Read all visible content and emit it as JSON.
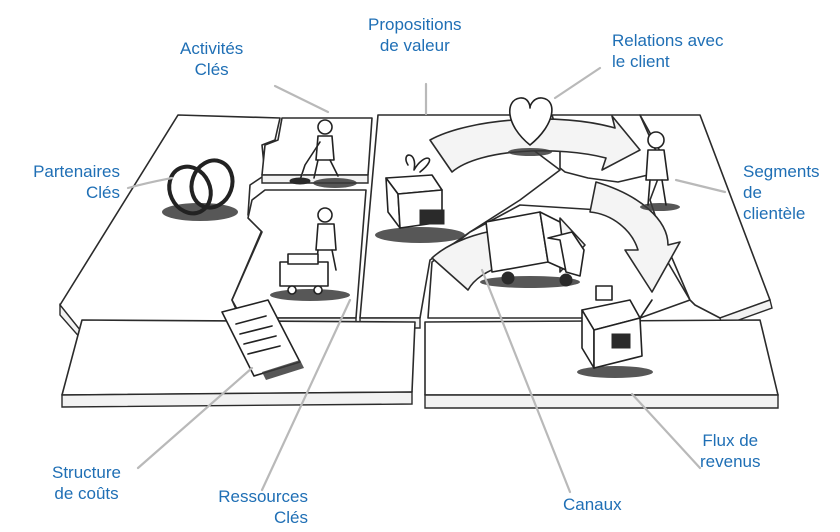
{
  "labels": {
    "partenaires": [
      "Partenaires",
      "Clés"
    ],
    "activites": [
      "Activités",
      "Clés"
    ],
    "propositions": [
      "Propositions",
      "de valeur"
    ],
    "relations": [
      "Relations  avec",
      "le client"
    ],
    "segments": [
      "Segments",
      "de",
      "clientèle"
    ],
    "structure": [
      "Structure",
      "de coûts"
    ],
    "ressources": [
      "Ressources",
      "Clés"
    ],
    "canaux": [
      "Canaux"
    ],
    "flux": [
      "Flux de",
      "revenus"
    ]
  },
  "colors": {
    "label_text": "#1f6fb5",
    "leader_line": "#b9b9b9",
    "sketch_stroke": "#2b2b2b"
  }
}
